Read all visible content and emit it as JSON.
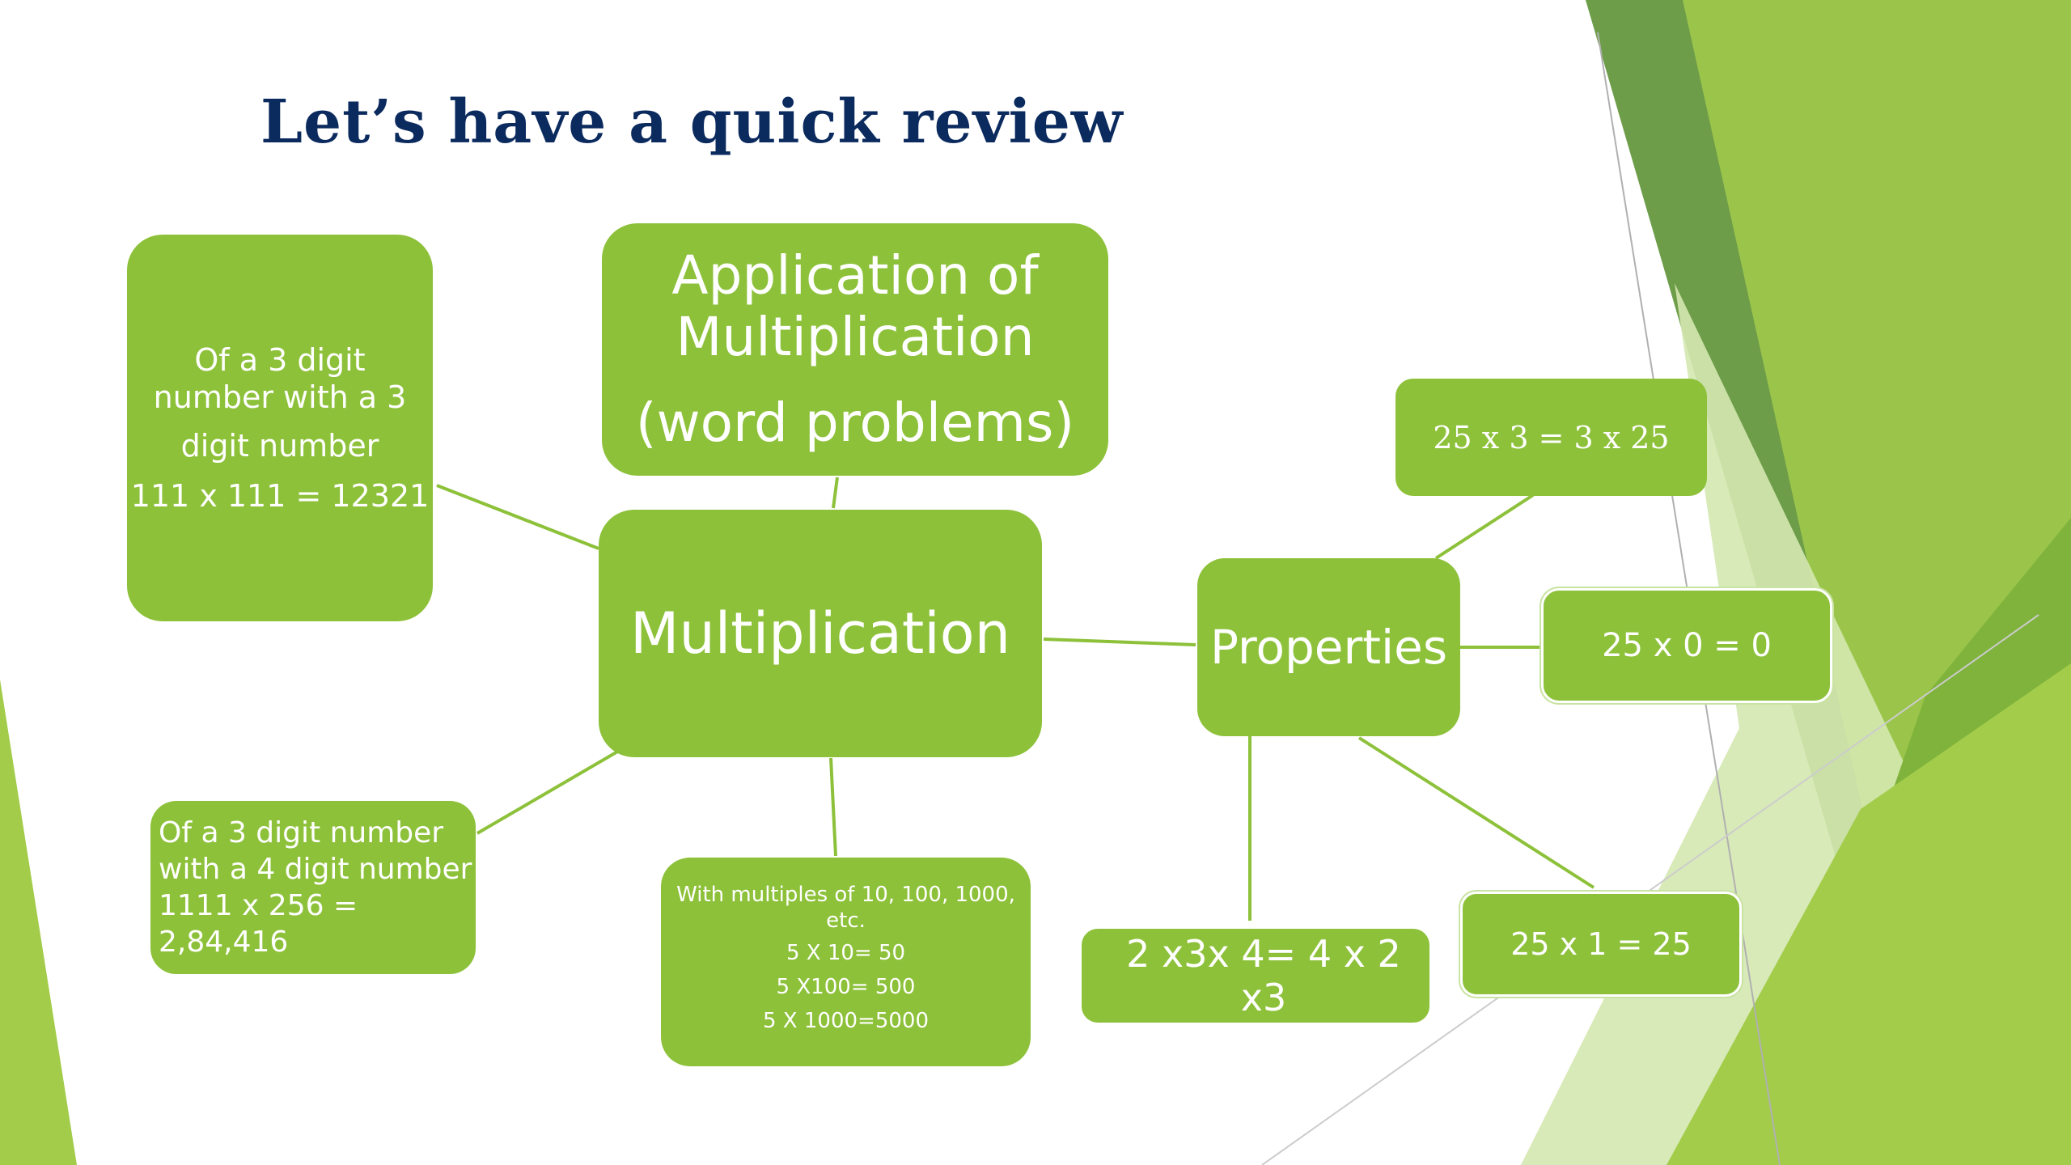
{
  "slide": {
    "title": "Let’s have a quick review",
    "accent_colors": {
      "node_fill": "#8dc13a",
      "title_color": "#0b2a5e",
      "decor_dark": "#6e9d4a",
      "decor_light": "#a3cc4a"
    }
  },
  "mind_map": {
    "center": {
      "label": "Multiplication"
    },
    "application": {
      "line1": "Application of",
      "line2": "Multiplication",
      "line3": "(word problems)"
    },
    "three_by_three": {
      "line1": "Of a 3 digit",
      "line2": "number with a 3",
      "line3": "digit number",
      "example": "111 x 111 = 12321"
    },
    "three_by_four": {
      "line1": "Of a 3 digit number",
      "line2": "with a 4 digit number",
      "example": "1111 x 256 = 2,84,416"
    },
    "multiples": {
      "line1": "With multiples of 10, 100, 1000,",
      "line2": "etc.",
      "ex1": "5 X 10= 50",
      "ex2": "5 X100= 500",
      "ex3": "5 X 1000=5000"
    },
    "properties": {
      "label": "Properties",
      "commutative": "25 x 3 = 3 x 25",
      "zero": "25 x 0 = 0",
      "identity": "25 x 1 = 25",
      "associative": "2 x3x 4= 4 x 2 x3"
    }
  }
}
